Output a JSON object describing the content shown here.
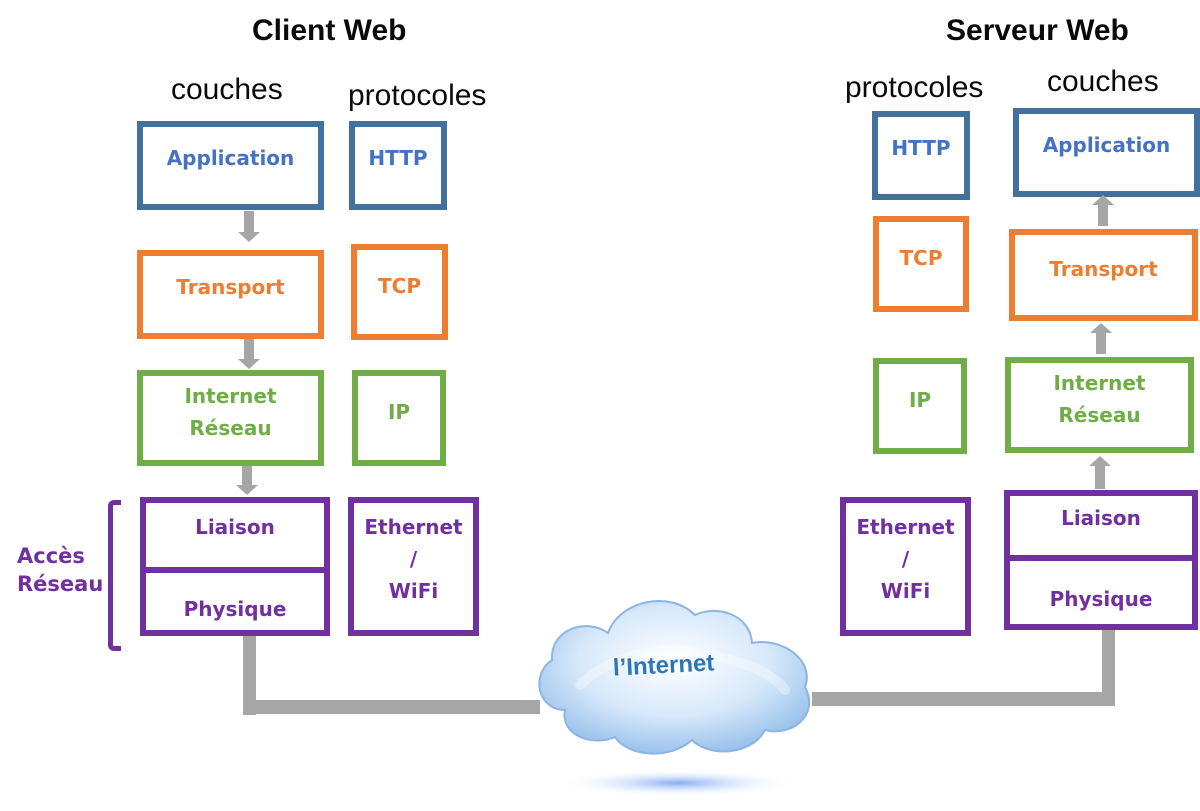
{
  "client": {
    "title": "Client Web",
    "layers_header": "couches",
    "protocols_header": "protocoles",
    "layers": {
      "application": "Application",
      "transport": "Transport",
      "internet_line1": "Internet",
      "internet_line2": "Réseau",
      "liaison": "Liaison",
      "physique": "Physique"
    },
    "protocols": {
      "http": "HTTP",
      "tcp": "TCP",
      "ip": "IP",
      "link_line1": "Ethernet",
      "link_line2": "/",
      "link_line3": "WiFi"
    },
    "access_label_line1": "Accès",
    "access_label_line2": "Réseau",
    "flow_direction": "down"
  },
  "server": {
    "title": "Serveur Web",
    "layers_header": "couches",
    "protocols_header": "protocoles",
    "layers": {
      "application": "Application",
      "transport": "Transport",
      "internet_line1": "Internet",
      "internet_line2": "Réseau",
      "liaison": "Liaison",
      "physique": "Physique"
    },
    "protocols": {
      "http": "HTTP",
      "tcp": "TCP",
      "ip": "IP",
      "link_line1": "Ethernet",
      "link_line2": "/",
      "link_line3": "WiFi"
    },
    "flow_direction": "up"
  },
  "network": {
    "cloud_label": "l’Internet"
  },
  "colors": {
    "application": "#4472c4",
    "transport": "#ed7d31",
    "internet": "#70ad47",
    "access": "#7030a0",
    "connector": "#a6a6a6"
  }
}
